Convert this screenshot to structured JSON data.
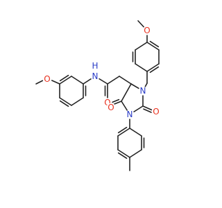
{
  "molecule": {
    "colors": {
      "bond": "#222222",
      "O": "#e8311f",
      "N": "#2a3cc7"
    },
    "atoms": [
      {
        "id": "O_ome_a",
        "label": "O",
        "el": "O"
      },
      {
        "id": "O_ome_b",
        "label": "O",
        "el": "O"
      },
      {
        "id": "N_amide",
        "label": "N",
        "el": "N"
      },
      {
        "id": "H_amide",
        "label": "H",
        "el": "N"
      },
      {
        "id": "O_amide",
        "label": "O",
        "el": "O"
      },
      {
        "id": "N_ring_3",
        "label": "N",
        "el": "N"
      },
      {
        "id": "N_ring_1",
        "label": "N",
        "el": "N"
      },
      {
        "id": "O_ring_c4",
        "label": "O",
        "el": "O"
      },
      {
        "id": "O_ring_c2",
        "label": "O",
        "el": "O"
      }
    ]
  }
}
